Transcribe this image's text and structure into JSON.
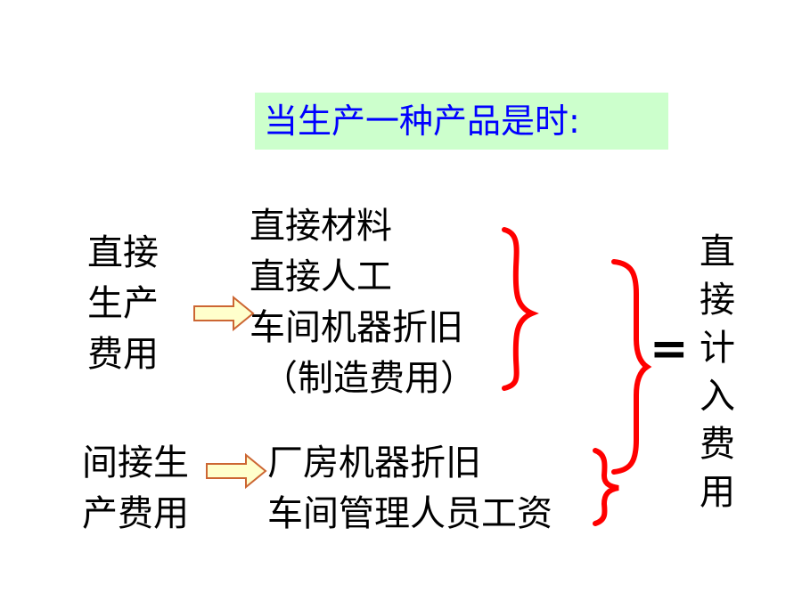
{
  "title": "当生产一种产品是时:",
  "direct_cost": {
    "label_lines": [
      "直接",
      "生产",
      "费用"
    ],
    "items": [
      "直接材料",
      "直接人工",
      "车间机器折旧",
      "（制造费用）"
    ]
  },
  "indirect_cost": {
    "label_lines": [
      "间接生",
      "产费用"
    ],
    "items": [
      "厂房机器折旧",
      "车间管理人员工资"
    ]
  },
  "equals_sign": "=",
  "result_chars": [
    "直",
    "接",
    "计",
    "入",
    "费",
    "用"
  ],
  "colors": {
    "title_bg": "#ccffcc",
    "title_text": "#0000ff",
    "brace": "#ff0000",
    "arrow_fill": "#ffffcc",
    "arrow_stroke": "#cc6633"
  }
}
